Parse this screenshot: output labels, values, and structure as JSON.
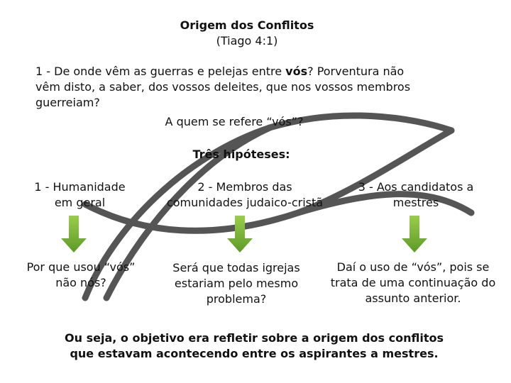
{
  "title": "Origem dos Conflitos",
  "subtitle": "(Tiago 4:1)",
  "question": {
    "prefix": "1 - De onde vêm as guerras e pelejas entre ",
    "bold_word": "vós",
    "suffix_line1": "? Porventura não",
    "line2": "vêm disto, a saber, dos vossos deleites, que nos vossos membros",
    "line3": "guerreiam?"
  },
  "who_question": "A quem se refere “vós”?",
  "hypotheses_title": "Três hipóteses:",
  "hypotheses": [
    {
      "label_line1": "1 - Humanidade",
      "label_line2": "em geral",
      "detail_line1": "Por que usou “vós”",
      "detail_line2": "não nós?"
    },
    {
      "label_line1": "2 - Membros das",
      "label_line2": "comunidades judaico-cristã",
      "detail_line1": "Será que todas igrejas",
      "detail_line2": "estariam pelo mesmo",
      "detail_line3": "problema?"
    },
    {
      "label_line1": "3 - Aos candidatos a",
      "label_line2": "mestres",
      "detail_line1": "Daí o uso de “vós”, pois se",
      "detail_line2": "trata de uma continuação do",
      "detail_line3": "assunto anterior."
    }
  ],
  "conclusion": {
    "line1": "Ou seja, o objetivo era refletir sobre a origem dos conflitos",
    "line2": "que estavam acontecendo entre  os aspirantes a mestres."
  },
  "colors": {
    "fish_stroke": "#555555",
    "arrow_top": "#9acd4a",
    "arrow_bottom": "#5e9a2a"
  }
}
